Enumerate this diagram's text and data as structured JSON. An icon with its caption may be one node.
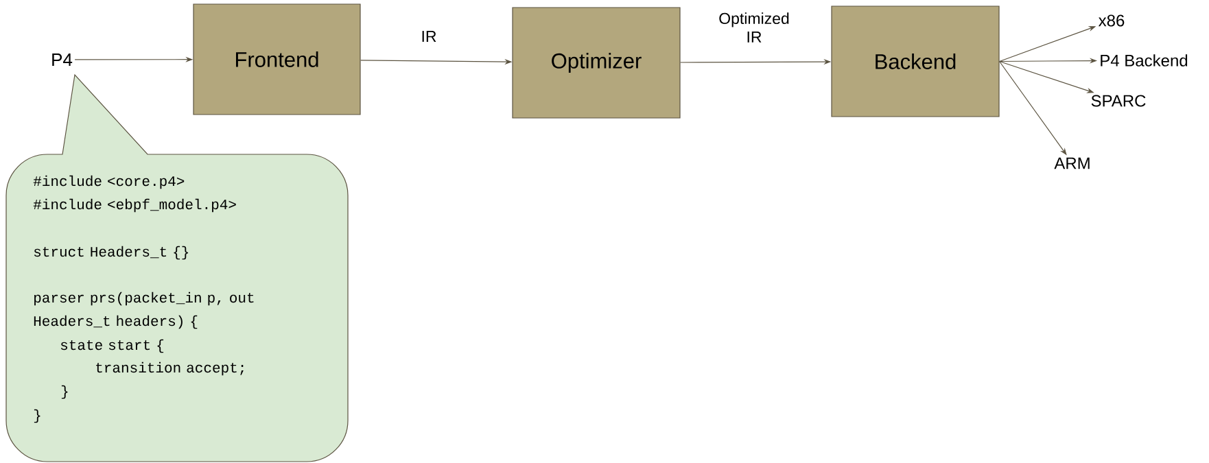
{
  "diagram": {
    "nodes": [
      {
        "text": [
          "P4"
        ]
      },
      {
        "text": [
          "Frontend"
        ]
      },
      {
        "text": [
          "Optimizer"
        ]
      },
      {
        "text": [
          "Backend"
        ]
      },
      {
        "text": [
          "x86"
        ]
      },
      {
        "text": [
          "P4 Backend"
        ]
      },
      {
        "text": [
          "SPARC"
        ]
      },
      {
        "text": [
          "ARM"
        ]
      },
      {
        "text": [
          "#include <core.p4>",
          "#include <ebpf_model.p4>",
          "struct Headers_t {}",
          "parser prs(packet_in p, out Headers_t headers) {",
          "state start {",
          "transition accept;",
          "}",
          "}"
        ]
      }
    ],
    "edges": [
      {
        "from": 0,
        "to": 1,
        "arrow": "to"
      },
      {
        "from": 1,
        "to": 2,
        "arrow": "to",
        "label": "IR"
      },
      {
        "from": 2,
        "to": 3,
        "arrow": "to",
        "label": "Optimized IR"
      },
      {
        "from": 3,
        "to": 4,
        "arrow": "to"
      },
      {
        "from": 3,
        "to": 5,
        "arrow": "to"
      },
      {
        "from": 3,
        "to": 6,
        "arrow": "to"
      },
      {
        "from": 3,
        "to": 7,
        "arrow": "to"
      }
    ]
  }
}
